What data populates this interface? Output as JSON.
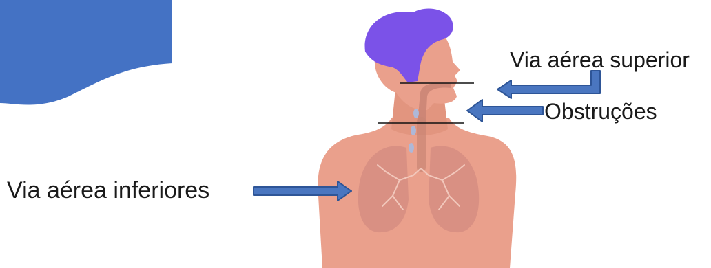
{
  "labels": {
    "upper_airway": "Via aérea superior",
    "obstructions": "Obstruções",
    "lower_airway": "Via aérea inferiores"
  },
  "colors": {
    "corner_shape": "#4472c4",
    "arrow_fill": "#4a76c0",
    "arrow_stroke": "#2e5597",
    "hair": "#7b52e8",
    "skin": "#eaa08c",
    "skin_shadow": "#d88a74",
    "lungs": "#d99083",
    "airway": "#c98474",
    "droplet": "#aeb8d8",
    "marker_line": "#111111"
  }
}
